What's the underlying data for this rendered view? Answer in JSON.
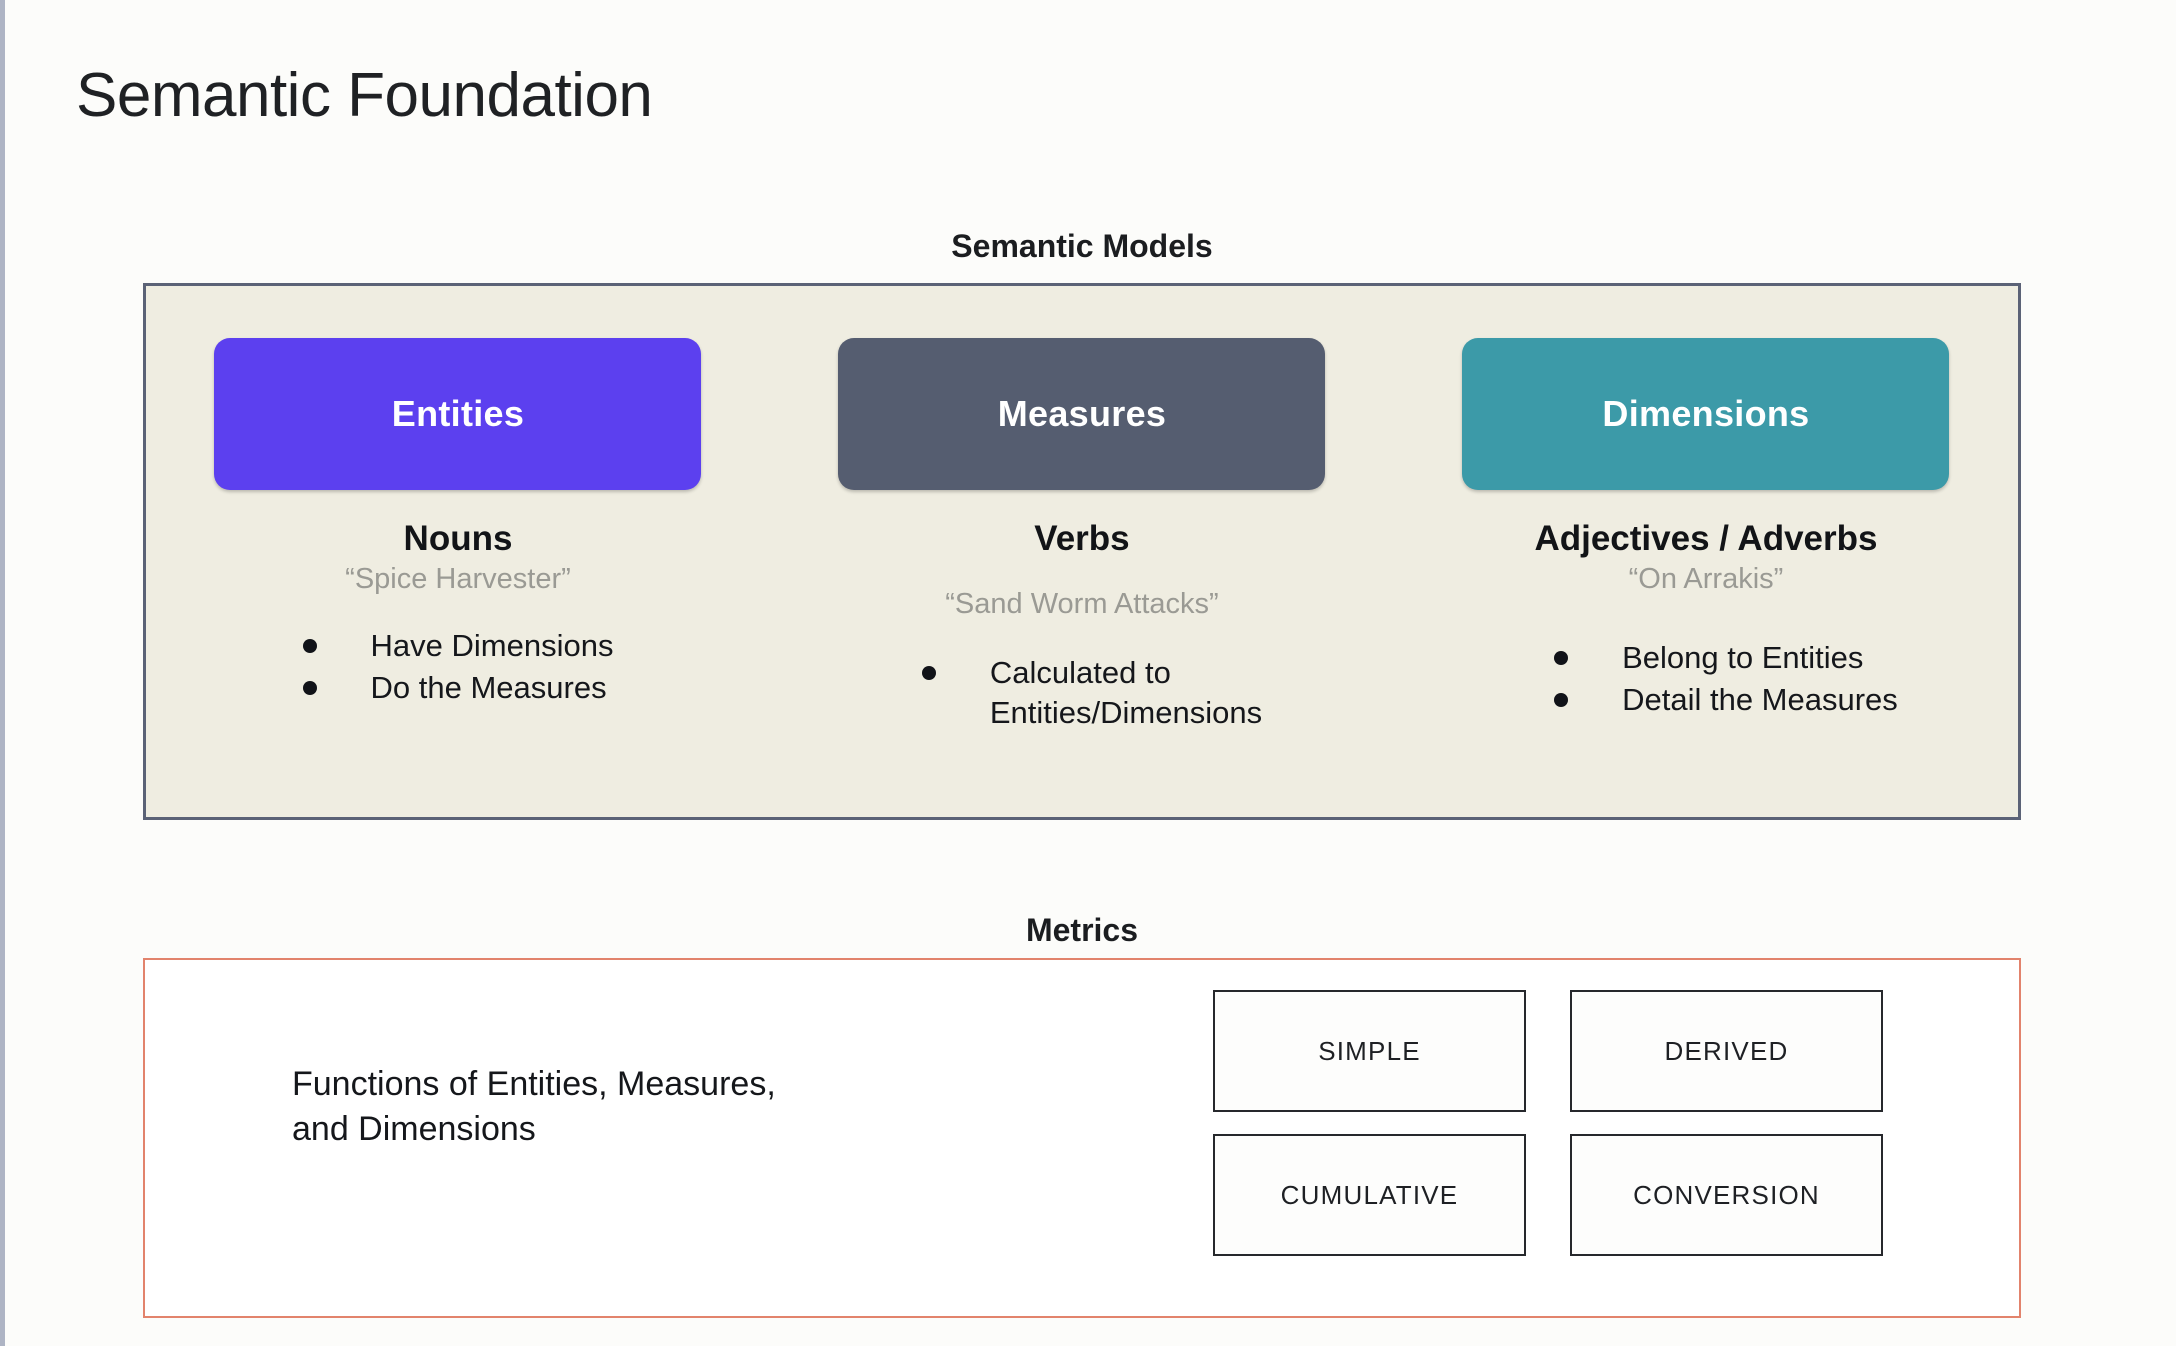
{
  "slide": {
    "title": "Semantic Foundation"
  },
  "semantic_models": {
    "heading": "Semantic Models",
    "panel_background": "#efede1",
    "panel_border": "#5b6276",
    "columns": [
      {
        "chip_label": "Entities",
        "chip_color": "#5c40ef",
        "part_of_speech": "Nouns",
        "example": "“Spice Harvester”",
        "bullets": [
          "Have Dimensions",
          "Do the Measures"
        ]
      },
      {
        "chip_label": "Measures",
        "chip_color": "#555d70",
        "part_of_speech": "Verbs",
        "example": "“Sand Worm Attacks”",
        "bullets": [
          "Calculated to\nEntities/Dimensions"
        ]
      },
      {
        "chip_label": "Dimensions",
        "chip_color": "#3c9aa8",
        "part_of_speech": "Adjectives / Adverbs",
        "example": "“On Arrakis”",
        "bullets": [
          "Belong to Entities",
          "Detail the Measures"
        ]
      }
    ]
  },
  "metrics": {
    "heading": "Metrics",
    "panel_border": "#e2836c",
    "description": "Functions of Entities, Measures,\nand Dimensions",
    "types": [
      "SIMPLE",
      "DERIVED",
      "CUMULATIVE",
      "CONVERSION"
    ]
  }
}
